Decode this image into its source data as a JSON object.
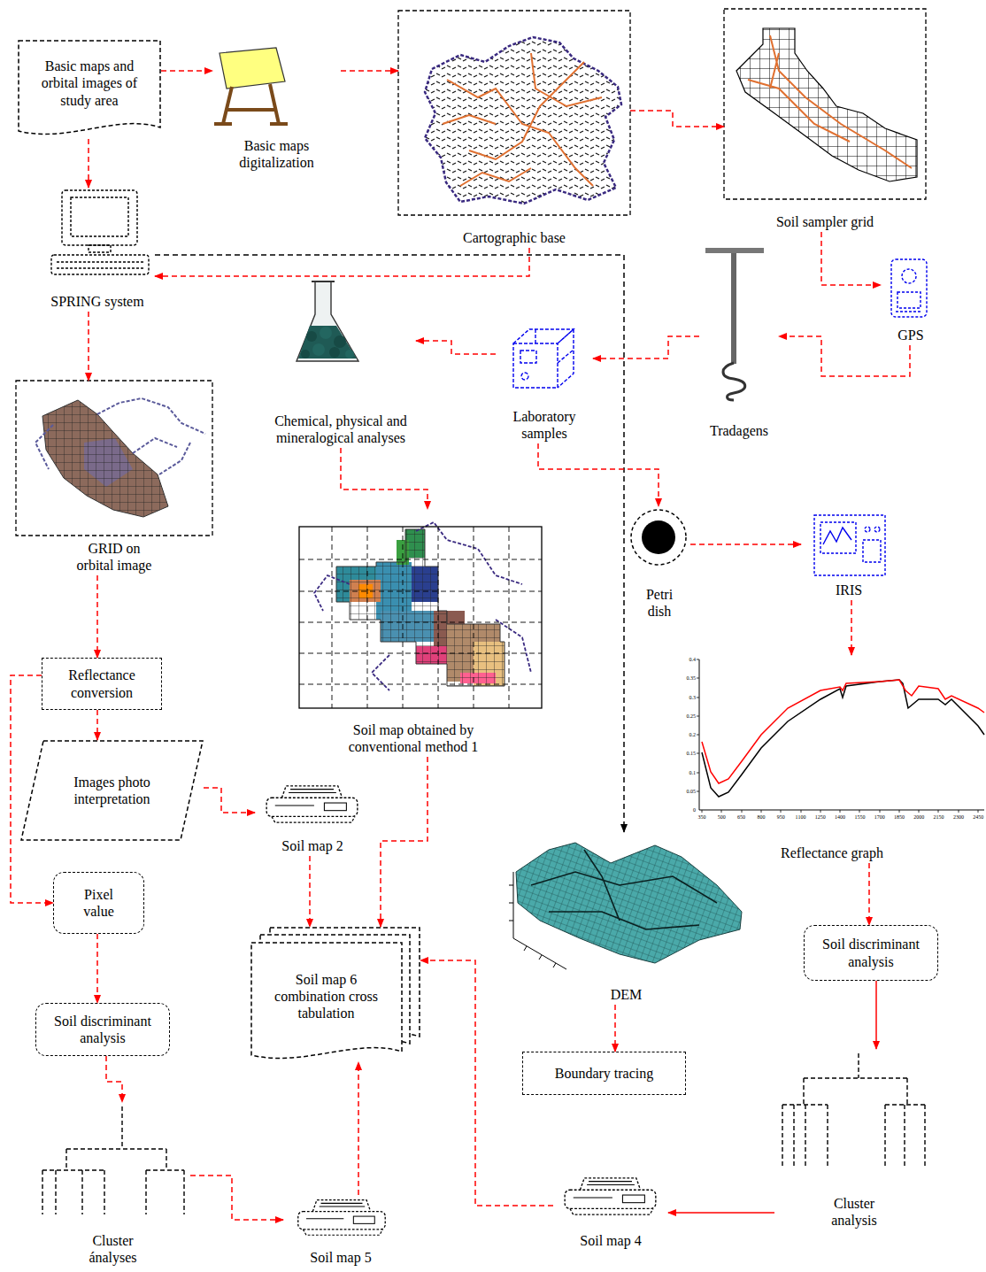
{
  "diagram": {
    "nodes": [
      {
        "text": [
          "Basic maps and orbital images of study area"
        ]
      },
      {
        "text": [
          "Basic maps digitalization"
        ]
      },
      {
        "text": [
          "Cartographic base"
        ]
      },
      {
        "text": [
          "Soil sampler grid"
        ]
      },
      {
        "text": [
          "SPRING system"
        ]
      },
      {
        "text": [
          "GPS"
        ]
      },
      {
        "text": [
          "Chemical, physical and mineralogical analyses"
        ]
      },
      {
        "text": [
          "Laboratory samples"
        ]
      },
      {
        "text": [
          "Tradagens"
        ]
      },
      {
        "text": [
          "GRID on orbital image"
        ]
      },
      {
        "text": [
          "Petri dish"
        ]
      },
      {
        "text": [
          "IRIS"
        ]
      },
      {
        "text": [
          "Soil map obtained by conventional method 1"
        ]
      },
      {
        "text": [
          "Reflectance conversion"
        ]
      },
      {
        "text": [
          "Images photo interpretation"
        ]
      },
      {
        "text": [
          "Soil map 2"
        ]
      },
      {
        "text": [
          "Reflectance graph"
        ]
      },
      {
        "text": [
          "Pixel value"
        ]
      },
      {
        "text": [
          "Soil map 6 combination cross tabulation"
        ]
      },
      {
        "text": [
          "DEM"
        ]
      },
      {
        "text": [
          "Soil discriminant analysis"
        ]
      },
      {
        "text": [
          "Soil discriminant analysis"
        ]
      },
      {
        "text": [
          "Boundary tracing"
        ]
      },
      {
        "text": [
          "Cluster analysis"
        ]
      },
      {
        "text": [
          "Cluster ánalyses"
        ]
      },
      {
        "text": [
          "Soil map 5"
        ]
      },
      {
        "text": [
          "Soil map 4"
        ]
      }
    ],
    "edges": [
      {
        "from": 0,
        "to": 1,
        "arrow": "to"
      },
      {
        "from": 1,
        "to": 2,
        "arrow": "to"
      },
      {
        "from": 2,
        "to": 3,
        "arrow": "to"
      },
      {
        "from": 0,
        "to": 4,
        "arrow": "to"
      },
      {
        "from": 2,
        "to": 4,
        "arrow": "to"
      },
      {
        "from": 4,
        "to": 19,
        "arrow": "to"
      },
      {
        "from": 3,
        "to": 5,
        "arrow": "to"
      },
      {
        "from": 5,
        "to": 8,
        "arrow": "to"
      },
      {
        "from": 8,
        "to": 7,
        "arrow": "to"
      },
      {
        "from": 7,
        "to": 6,
        "arrow": "to"
      },
      {
        "from": 6,
        "to": 12,
        "arrow": "to"
      },
      {
        "from": 7,
        "to": 10,
        "arrow": "to"
      },
      {
        "from": 10,
        "to": 11,
        "arrow": "to"
      },
      {
        "from": 11,
        "to": 16,
        "arrow": "to"
      },
      {
        "from": 16,
        "to": 20,
        "arrow": "to"
      },
      {
        "from": 20,
        "to": 23,
        "arrow": "to"
      },
      {
        "from": 23,
        "to": 26,
        "arrow": "to"
      },
      {
        "from": 26,
        "to": 18,
        "arrow": "to"
      },
      {
        "from": 4,
        "to": 9,
        "arrow": "to"
      },
      {
        "from": 9,
        "to": 13,
        "arrow": "to"
      },
      {
        "from": 13,
        "to": 14,
        "arrow": "to"
      },
      {
        "from": 13,
        "to": 17,
        "arrow": "to"
      },
      {
        "from": 14,
        "to": 15,
        "arrow": "to"
      },
      {
        "from": 15,
        "to": 18,
        "arrow": "to"
      },
      {
        "from": 12,
        "to": 18,
        "arrow": "to"
      },
      {
        "from": 17,
        "to": 21,
        "arrow": "to"
      },
      {
        "from": 21,
        "to": 24,
        "arrow": "to"
      },
      {
        "from": 24,
        "to": 25,
        "arrow": "to"
      },
      {
        "from": 25,
        "to": 18,
        "arrow": "to"
      },
      {
        "from": 19,
        "to": 22,
        "arrow": "to"
      }
    ],
    "labels": [
      "0.4",
      "0.35",
      "0.3",
      "0.25",
      "0.2",
      "0.15",
      "0.1",
      "0.05",
      "0",
      "350",
      "500",
      "650",
      "800",
      "950",
      "1100",
      "1250",
      "1400",
      "1550",
      "1700",
      "1850",
      "2000",
      "2150",
      "2300",
      "2450"
    ]
  }
}
